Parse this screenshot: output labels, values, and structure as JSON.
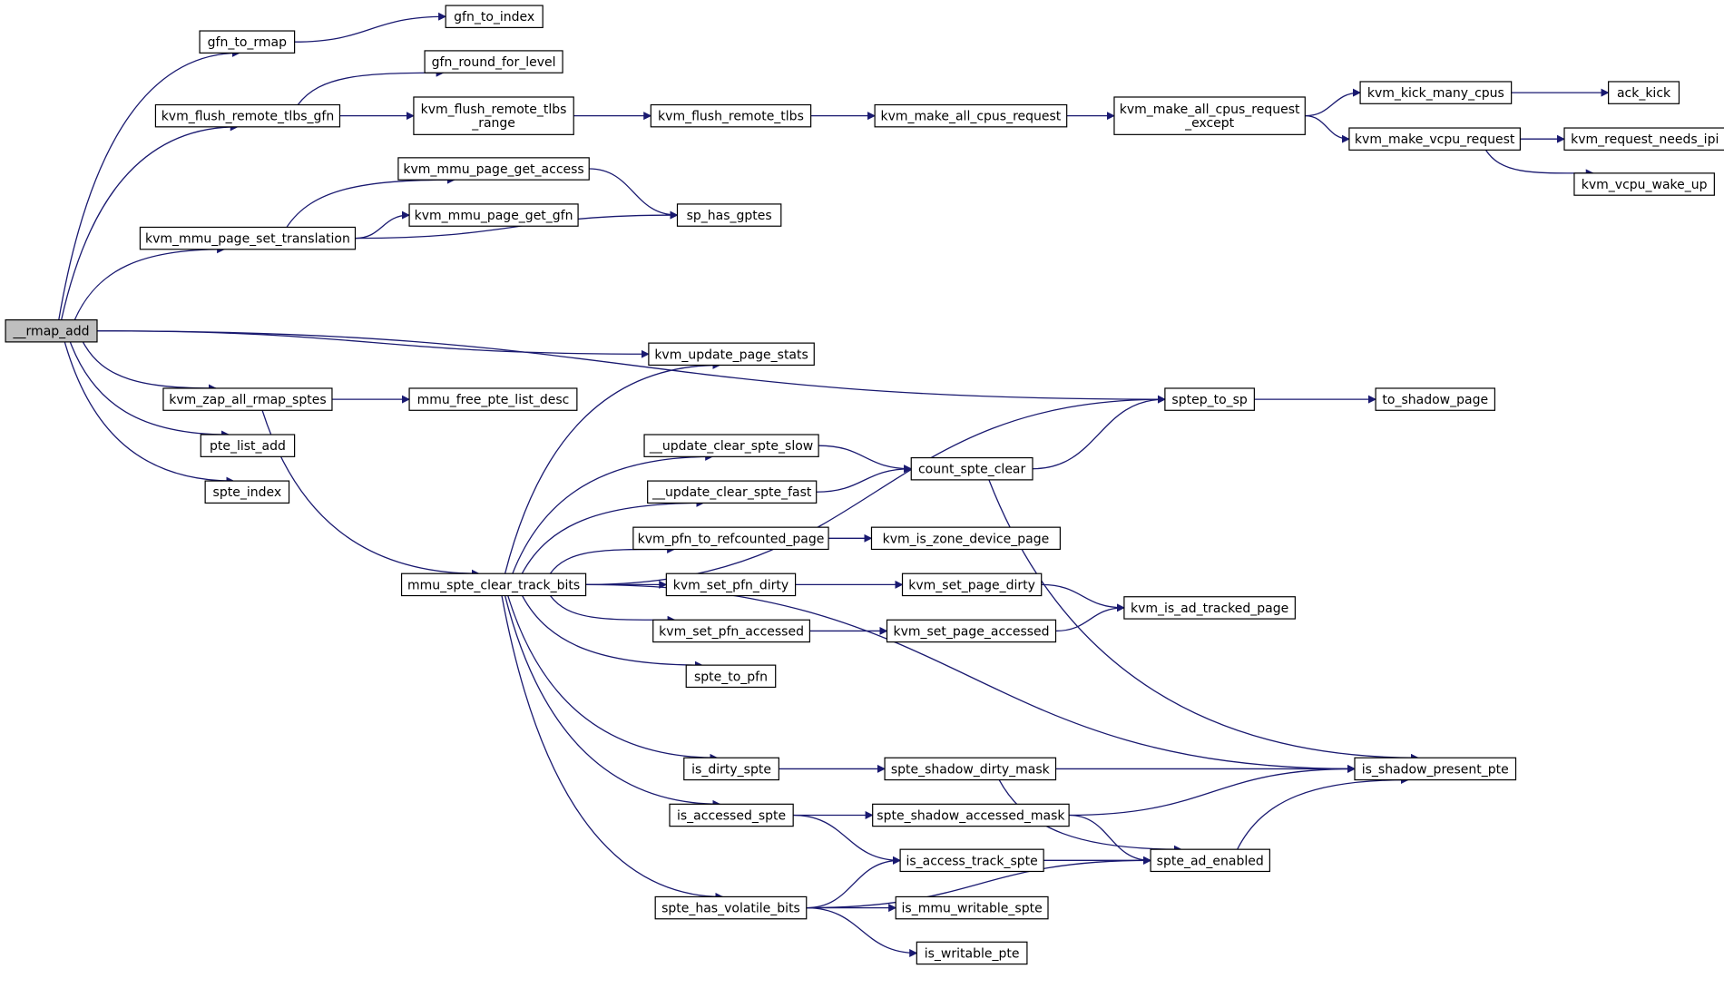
{
  "graph": {
    "colors": {
      "edge": "#191970",
      "node_border": "#000000",
      "node_fill": "#ffffff",
      "root_fill": "#bfbfbf"
    },
    "nodes": [
      {
        "id": "rmap_add",
        "label": "__rmap_add",
        "root": true
      },
      {
        "id": "gfn_to_rmap",
        "label": "gfn_to_rmap"
      },
      {
        "id": "gfn_to_index",
        "label": "gfn_to_index"
      },
      {
        "id": "kvm_flush_remote_tlbs_gfn",
        "label": "kvm_flush_remote_tlbs_gfn"
      },
      {
        "id": "gfn_round_for_level",
        "label": "gfn_round_for_level"
      },
      {
        "id": "kvm_flush_remote_tlbs_range",
        "label": "kvm_flush_remote_tlbs\n_range"
      },
      {
        "id": "kvm_flush_remote_tlbs",
        "label": "kvm_flush_remote_tlbs"
      },
      {
        "id": "kvm_make_all_cpus_request",
        "label": "kvm_make_all_cpus_request"
      },
      {
        "id": "kvm_make_all_cpus_request_except",
        "label": "kvm_make_all_cpus_request\n_except"
      },
      {
        "id": "kvm_kick_many_cpus",
        "label": "kvm_kick_many_cpus"
      },
      {
        "id": "ack_kick",
        "label": "ack_kick"
      },
      {
        "id": "kvm_make_vcpu_request",
        "label": "kvm_make_vcpu_request"
      },
      {
        "id": "kvm_request_needs_ipi",
        "label": "kvm_request_needs_ipi"
      },
      {
        "id": "kvm_vcpu_wake_up",
        "label": "kvm_vcpu_wake_up"
      },
      {
        "id": "kvm_mmu_page_set_translation",
        "label": "kvm_mmu_page_set_translation"
      },
      {
        "id": "kvm_mmu_page_get_access",
        "label": "kvm_mmu_page_get_access"
      },
      {
        "id": "kvm_mmu_page_get_gfn",
        "label": "kvm_mmu_page_get_gfn"
      },
      {
        "id": "sp_has_gptes",
        "label": "sp_has_gptes"
      },
      {
        "id": "kvm_update_page_stats",
        "label": "kvm_update_page_stats"
      },
      {
        "id": "kvm_zap_all_rmap_sptes",
        "label": "kvm_zap_all_rmap_sptes"
      },
      {
        "id": "mmu_free_pte_list_desc",
        "label": "mmu_free_pte_list_desc"
      },
      {
        "id": "sptep_to_sp",
        "label": "sptep_to_sp"
      },
      {
        "id": "to_shadow_page",
        "label": "to_shadow_page"
      },
      {
        "id": "pte_list_add",
        "label": "pte_list_add"
      },
      {
        "id": "spte_index",
        "label": "spte_index"
      },
      {
        "id": "update_clear_spte_slow",
        "label": "__update_clear_spte_slow"
      },
      {
        "id": "count_spte_clear",
        "label": "count_spte_clear"
      },
      {
        "id": "update_clear_spte_fast",
        "label": "__update_clear_spte_fast"
      },
      {
        "id": "kvm_pfn_to_refcounted_page",
        "label": "kvm_pfn_to_refcounted_page"
      },
      {
        "id": "kvm_is_zone_device_page",
        "label": "kvm_is_zone_device_page"
      },
      {
        "id": "mmu_spte_clear_track_bits",
        "label": "mmu_spte_clear_track_bits"
      },
      {
        "id": "kvm_set_pfn_dirty",
        "label": "kvm_set_pfn_dirty"
      },
      {
        "id": "kvm_set_page_dirty",
        "label": "kvm_set_page_dirty"
      },
      {
        "id": "kvm_is_ad_tracked_page",
        "label": "kvm_is_ad_tracked_page"
      },
      {
        "id": "kvm_set_pfn_accessed",
        "label": "kvm_set_pfn_accessed"
      },
      {
        "id": "kvm_set_page_accessed",
        "label": "kvm_set_page_accessed"
      },
      {
        "id": "spte_to_pfn",
        "label": "spte_to_pfn"
      },
      {
        "id": "is_dirty_spte",
        "label": "is_dirty_spte"
      },
      {
        "id": "spte_shadow_dirty_mask",
        "label": "spte_shadow_dirty_mask"
      },
      {
        "id": "is_shadow_present_pte",
        "label": "is_shadow_present_pte"
      },
      {
        "id": "is_accessed_spte",
        "label": "is_accessed_spte"
      },
      {
        "id": "spte_shadow_accessed_mask",
        "label": "spte_shadow_accessed_mask"
      },
      {
        "id": "is_access_track_spte",
        "label": "is_access_track_spte"
      },
      {
        "id": "spte_ad_enabled",
        "label": "spte_ad_enabled"
      },
      {
        "id": "spte_has_volatile_bits",
        "label": "spte_has_volatile_bits"
      },
      {
        "id": "is_mmu_writable_spte",
        "label": "is_mmu_writable_spte"
      },
      {
        "id": "is_writable_pte",
        "label": "is_writable_pte"
      }
    ],
    "edges": [
      [
        "rmap_add",
        "gfn_to_rmap"
      ],
      [
        "gfn_to_rmap",
        "gfn_to_index"
      ],
      [
        "rmap_add",
        "kvm_flush_remote_tlbs_gfn"
      ],
      [
        "kvm_flush_remote_tlbs_gfn",
        "gfn_round_for_level"
      ],
      [
        "kvm_flush_remote_tlbs_gfn",
        "kvm_flush_remote_tlbs_range"
      ],
      [
        "kvm_flush_remote_tlbs_range",
        "kvm_flush_remote_tlbs"
      ],
      [
        "kvm_flush_remote_tlbs",
        "kvm_make_all_cpus_request"
      ],
      [
        "kvm_make_all_cpus_request",
        "kvm_make_all_cpus_request_except"
      ],
      [
        "kvm_make_all_cpus_request_except",
        "kvm_kick_many_cpus"
      ],
      [
        "kvm_kick_many_cpus",
        "ack_kick"
      ],
      [
        "kvm_make_all_cpus_request_except",
        "kvm_make_vcpu_request"
      ],
      [
        "kvm_make_vcpu_request",
        "kvm_request_needs_ipi"
      ],
      [
        "kvm_make_vcpu_request",
        "kvm_vcpu_wake_up"
      ],
      [
        "rmap_add",
        "kvm_mmu_page_set_translation"
      ],
      [
        "kvm_mmu_page_set_translation",
        "kvm_mmu_page_get_access"
      ],
      [
        "kvm_mmu_page_set_translation",
        "kvm_mmu_page_get_gfn"
      ],
      [
        "kvm_mmu_page_set_translation",
        "sp_has_gptes"
      ],
      [
        "kvm_mmu_page_get_access",
        "sp_has_gptes"
      ],
      [
        "rmap_add",
        "sptep_to_sp"
      ],
      [
        "rmap_add",
        "kvm_update_page_stats"
      ],
      [
        "rmap_add",
        "kvm_zap_all_rmap_sptes"
      ],
      [
        "rmap_add",
        "pte_list_add"
      ],
      [
        "rmap_add",
        "spte_index"
      ],
      [
        "kvm_zap_all_rmap_sptes",
        "mmu_free_pte_list_desc"
      ],
      [
        "kvm_zap_all_rmap_sptes",
        "mmu_spte_clear_track_bits"
      ],
      [
        "sptep_to_sp",
        "to_shadow_page"
      ],
      [
        "mmu_spte_clear_track_bits",
        "kvm_update_page_stats"
      ],
      [
        "mmu_spte_clear_track_bits",
        "sptep_to_sp"
      ],
      [
        "mmu_spte_clear_track_bits",
        "update_clear_spte_slow"
      ],
      [
        "mmu_spte_clear_track_bits",
        "update_clear_spte_fast"
      ],
      [
        "mmu_spte_clear_track_bits",
        "kvm_pfn_to_refcounted_page"
      ],
      [
        "mmu_spte_clear_track_bits",
        "kvm_set_pfn_dirty"
      ],
      [
        "mmu_spte_clear_track_bits",
        "kvm_set_pfn_accessed"
      ],
      [
        "mmu_spte_clear_track_bits",
        "spte_to_pfn"
      ],
      [
        "mmu_spte_clear_track_bits",
        "is_shadow_present_pte"
      ],
      [
        "mmu_spte_clear_track_bits",
        "is_dirty_spte"
      ],
      [
        "mmu_spte_clear_track_bits",
        "is_accessed_spte"
      ],
      [
        "mmu_spte_clear_track_bits",
        "spte_has_volatile_bits"
      ],
      [
        "update_clear_spte_slow",
        "count_spte_clear"
      ],
      [
        "update_clear_spte_fast",
        "count_spte_clear"
      ],
      [
        "count_spte_clear",
        "sptep_to_sp"
      ],
      [
        "count_spte_clear",
        "is_shadow_present_pte"
      ],
      [
        "kvm_pfn_to_refcounted_page",
        "kvm_is_zone_device_page"
      ],
      [
        "kvm_set_pfn_dirty",
        "kvm_set_page_dirty"
      ],
      [
        "kvm_set_page_dirty",
        "kvm_is_ad_tracked_page"
      ],
      [
        "kvm_set_pfn_accessed",
        "kvm_set_page_accessed"
      ],
      [
        "kvm_set_page_accessed",
        "kvm_is_ad_tracked_page"
      ],
      [
        "is_dirty_spte",
        "spte_shadow_dirty_mask"
      ],
      [
        "spte_shadow_dirty_mask",
        "is_shadow_present_pte"
      ],
      [
        "spte_shadow_dirty_mask",
        "spte_ad_enabled"
      ],
      [
        "is_accessed_spte",
        "spte_shadow_accessed_mask"
      ],
      [
        "is_accessed_spte",
        "is_access_track_spte"
      ],
      [
        "spte_shadow_accessed_mask",
        "is_shadow_present_pte"
      ],
      [
        "spte_shadow_accessed_mask",
        "spte_ad_enabled"
      ],
      [
        "is_access_track_spte",
        "spte_ad_enabled"
      ],
      [
        "spte_ad_enabled",
        "is_shadow_present_pte"
      ],
      [
        "spte_has_volatile_bits",
        "is_access_track_spte"
      ],
      [
        "spte_has_volatile_bits",
        "is_mmu_writable_spte"
      ],
      [
        "spte_has_volatile_bits",
        "is_writable_pte"
      ],
      [
        "spte_has_volatile_bits",
        "spte_ad_enabled"
      ]
    ]
  }
}
